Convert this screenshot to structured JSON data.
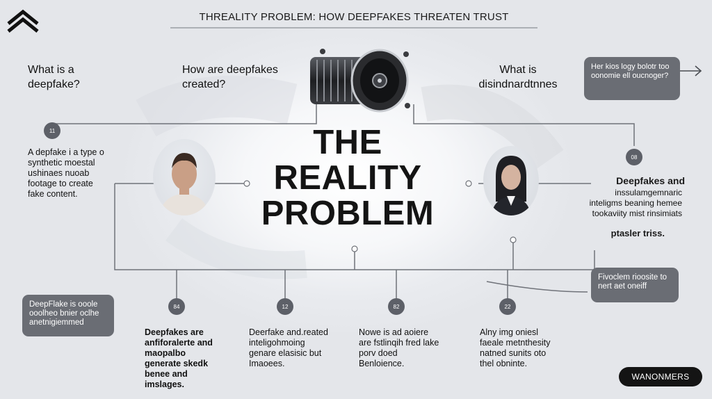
{
  "header": {
    "title": "THREALITY PROBLEM: HOW DEEPFAKES THREATEN TRUST"
  },
  "hero": {
    "line1": "THE",
    "line2": "REALITY",
    "line3": "PROBLEM"
  },
  "topics": {
    "what_is": "What is a deepfake?",
    "how_created": "How are deepfakes created?",
    "what_is_2": "What is disindnardtnnes"
  },
  "left_block": {
    "number": "11",
    "text": "A depfake i a type o synthetic moestal ushinaes nuoab footage to create fake content."
  },
  "right_block": {
    "number": "08",
    "title": "Deepfakes and",
    "text": "inssulamgemnaric inteligms beaning hemee tookaviity mist rinsimiats",
    "tail": "ptasler triss."
  },
  "cards": {
    "top_right": "Her kios logy bolotr too oonomie ell oucnoger?",
    "left": "DeepFlake is ooole ooolheo bnier oclhe anetnigiemmed",
    "right": "Fivoclem rioosite to nert aet oneiff"
  },
  "bottom": [
    {
      "number": "84",
      "text": "Deepfakes are anfiforalerte and maopalbo generate skedk benee and imslages."
    },
    {
      "number": "12",
      "text": "Deerfake and.reated inteligohmoing genare elasisic but Imaoees."
    },
    {
      "number": "82",
      "text": "Nowe is ad aoiere are fstlinqih fred lake porv doed Benloience."
    },
    {
      "number": "22",
      "text": "Alny img oniesl faeale metnthesity natned sunits oto thel obninte."
    }
  ],
  "badge": {
    "label": "WANONMERS"
  },
  "colors": {
    "card_bg": "#6a6d74",
    "badge_bg": "#141414",
    "line": "#6f7279"
  },
  "icons": {
    "logo": "double-chevron-up-icon",
    "arrow": "arrow-right-icon",
    "device": "camera-lens-device-icon"
  }
}
